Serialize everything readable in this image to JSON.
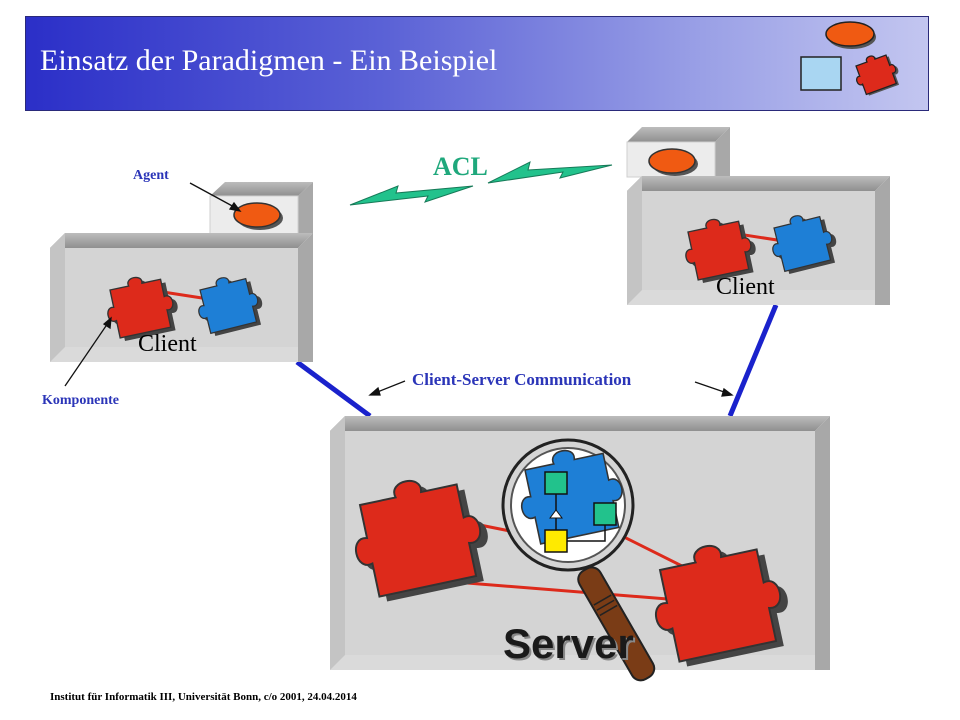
{
  "slide": {
    "title": "Einsatz der Paradigmen - Ein Beispiel",
    "footer": "Institut für Informatik III, Universität  Bonn, c/o 2001, 24.04.2014"
  },
  "labels": {
    "agent": "Agent",
    "komponente": "Komponente",
    "acl": "ACL",
    "client_server_communication": "Client-Server  Communication",
    "client_left": "Client",
    "client_right": "Client",
    "server": "Server"
  },
  "colors": {
    "header_start": "#2b2fc8",
    "header_end": "#c3c6f0",
    "puzzle_red": "#dd2a1b",
    "puzzle_blue": "#1e7fd6",
    "agent_orange": "#f05a12",
    "link_blue": "#1a22cc",
    "acl_green": "#22c28c"
  },
  "icons": [
    "agent-icon",
    "puzzle-component-icon",
    "magnifier-icon",
    "lightning-bolt-icon"
  ]
}
